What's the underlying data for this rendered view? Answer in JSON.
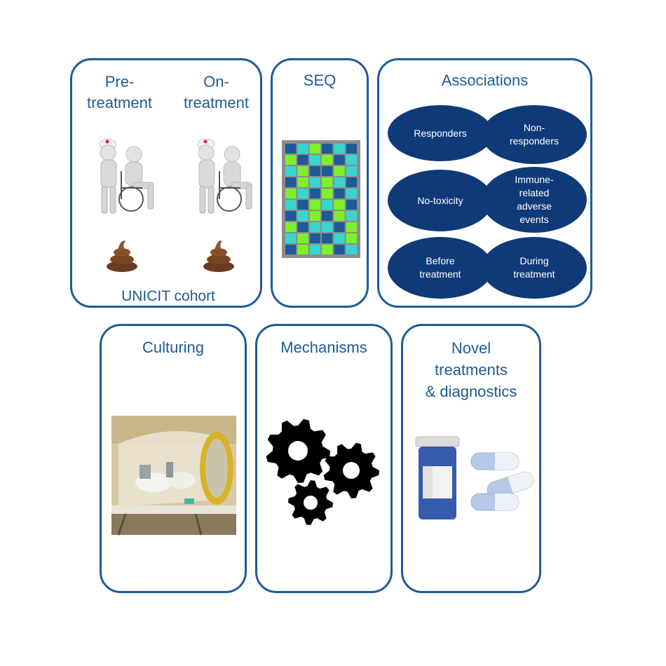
{
  "cohort": {
    "pre_label": "Pre-\ntreatment",
    "on_label": "On-\ntreatment",
    "footer": "UNICIT cohort"
  },
  "seq": {
    "title": "SEQ",
    "heatmap": {
      "rows": 10,
      "cols": 6,
      "cells": [
        "abcaba",
        "cabcab",
        "bcaacb",
        "acbcba",
        "cbacab",
        "bacbca",
        "abcacb",
        "cabbac",
        "bcaabc",
        "acbcab"
      ],
      "colors": {
        "a": "#1f5a98",
        "b": "#38d6cf",
        "c": "#7ef02a"
      }
    }
  },
  "associations": {
    "title": "Associations",
    "ovals": [
      "Responders",
      "Non-\nresponders",
      "No-toxicity",
      "Immune-\nrelated\nadverse\nevents",
      "Before\ntreatment",
      "During\ntreatment"
    ]
  },
  "culturing": {
    "title": "Culturing"
  },
  "mechanisms": {
    "title": "Mechanisms"
  },
  "novel": {
    "title": "Novel\ntreatments\n& diagnostics"
  },
  "colors": {
    "border": "#1f5a98",
    "oval": "#0f3a78",
    "text": "#1f5a98"
  }
}
